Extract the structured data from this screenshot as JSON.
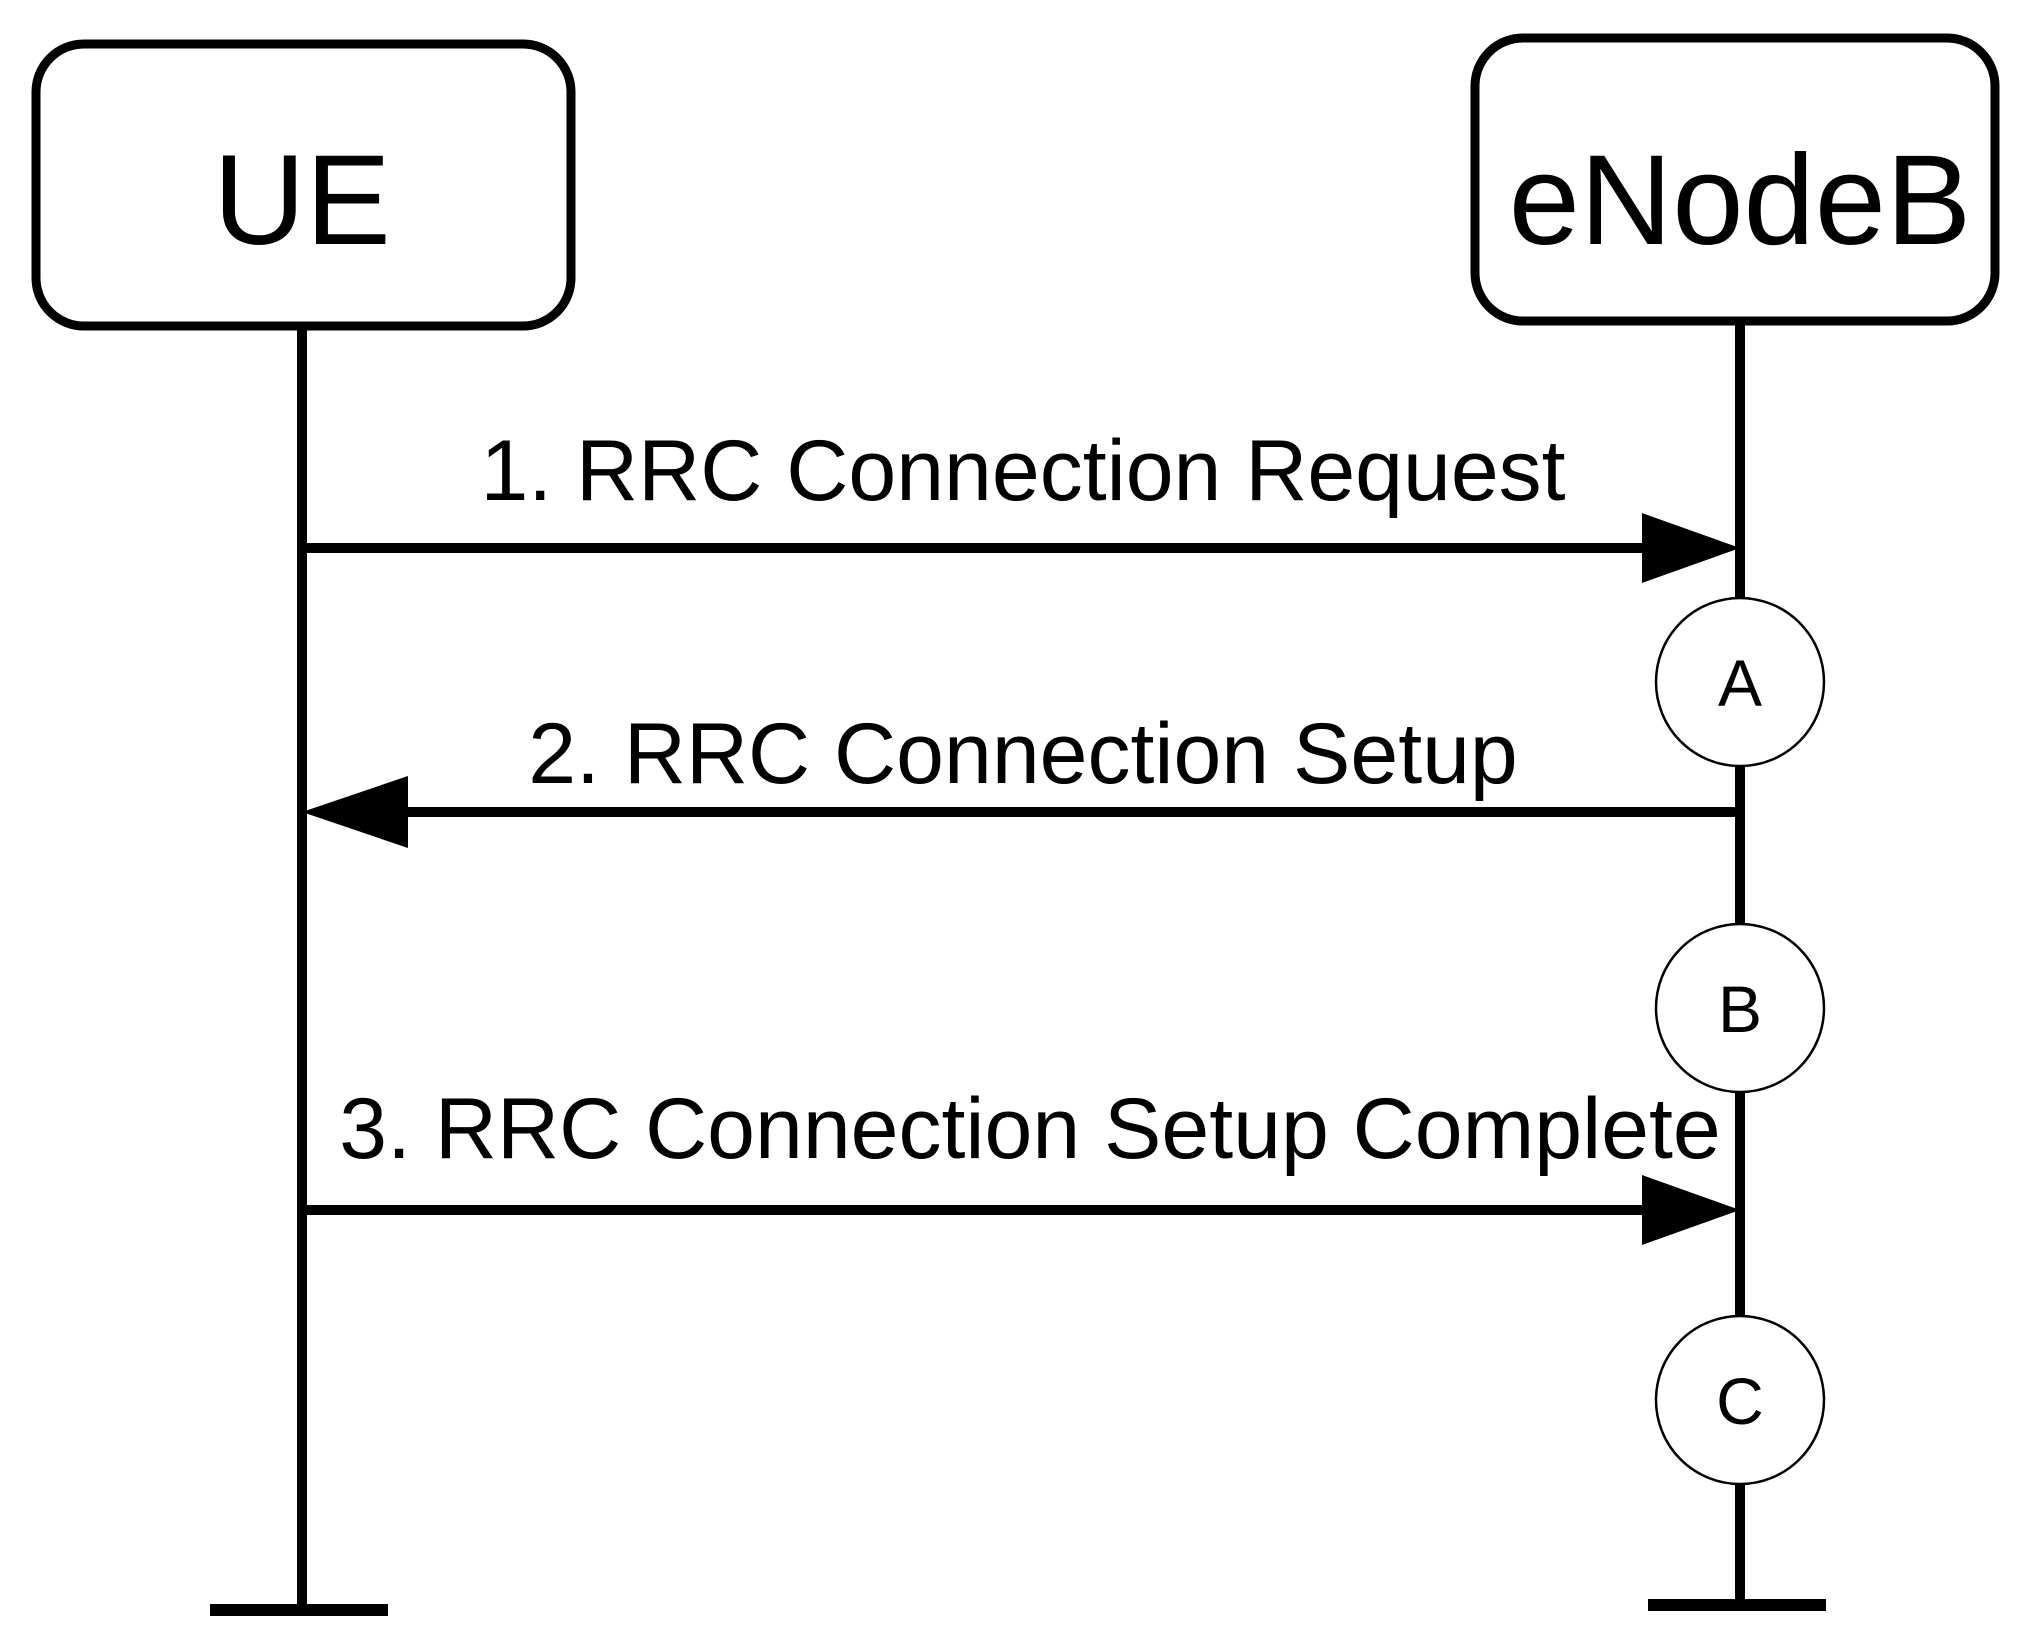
{
  "diagram": {
    "participants": [
      {
        "id": "ue",
        "label": "UE"
      },
      {
        "id": "enodeb",
        "label": "eNodeB"
      }
    ],
    "messages": [
      {
        "id": "m1",
        "label": "1. RRC Connection Request",
        "from": "ue",
        "to": "enodeb"
      },
      {
        "id": "m2",
        "label": "2. RRC Connection Setup",
        "from": "enodeb",
        "to": "ue"
      },
      {
        "id": "m3",
        "label": "3. RRC Connection Setup Complete",
        "from": "ue",
        "to": "enodeb"
      }
    ],
    "states": [
      {
        "id": "a",
        "label": "A",
        "on": "enodeb"
      },
      {
        "id": "b",
        "label": "B",
        "on": "enodeb"
      },
      {
        "id": "c",
        "label": "C",
        "on": "enodeb"
      }
    ]
  }
}
